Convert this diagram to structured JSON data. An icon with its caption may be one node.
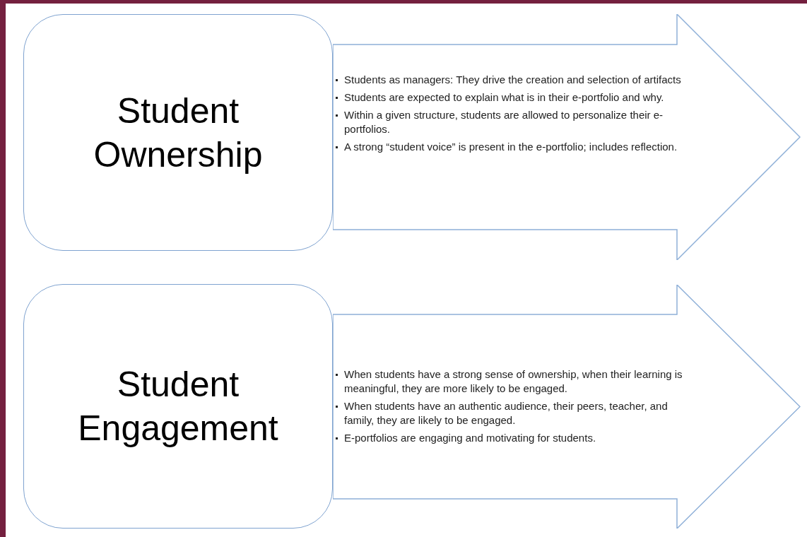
{
  "diagram": {
    "nodes": [
      {
        "text": [
          "Student Ownership"
        ]
      },
      {
        "text": [
          "Students as managers: They drive the creation and selection of artifacts",
          "Students are expected to explain what is in their e-portfolio and why.",
          "Within a given structure, students are allowed to personalize their e-portfolios.",
          "A strong “student voice” is present in the e-portfolio; includes reflection."
        ]
      },
      {
        "text": [
          "Student Engagement"
        ]
      },
      {
        "text": [
          "When students have a strong sense of ownership, when their learning is meaningful, they are more likely to be engaged.",
          "When students have an authentic audience, their peers, teacher, and family, they are likely to be engaged.",
          "E-portfolios are engaging and motivating for students."
        ]
      }
    ]
  }
}
